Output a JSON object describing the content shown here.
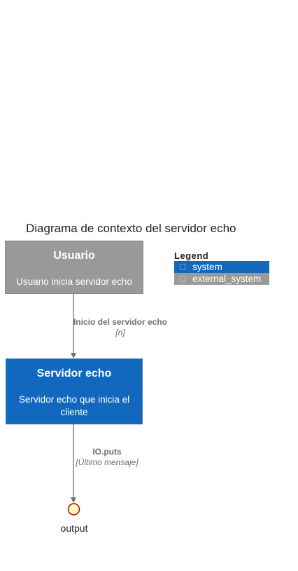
{
  "diagram": {
    "title": "Diagrama de contexto del servidor echo"
  },
  "nodes": {
    "usuario": {
      "name": "Usuario",
      "description": "Usuario inicia servidor echo",
      "color": "#999999"
    },
    "servidor": {
      "name": "Servidor echo",
      "description": "Servidor echo que inicia el cliente",
      "color": "#1168bd"
    },
    "output": {
      "name": "output"
    }
  },
  "edges": [
    {
      "label": "Inicio del servidor echo",
      "technology": "[n]"
    },
    {
      "label": "IO.puts",
      "technology": "[Último mensaje]"
    }
  ],
  "legend": {
    "title": "Legend",
    "items": [
      {
        "label": "system",
        "color": "#1168bd"
      },
      {
        "label": "external_system",
        "color": "#999999"
      }
    ]
  }
}
